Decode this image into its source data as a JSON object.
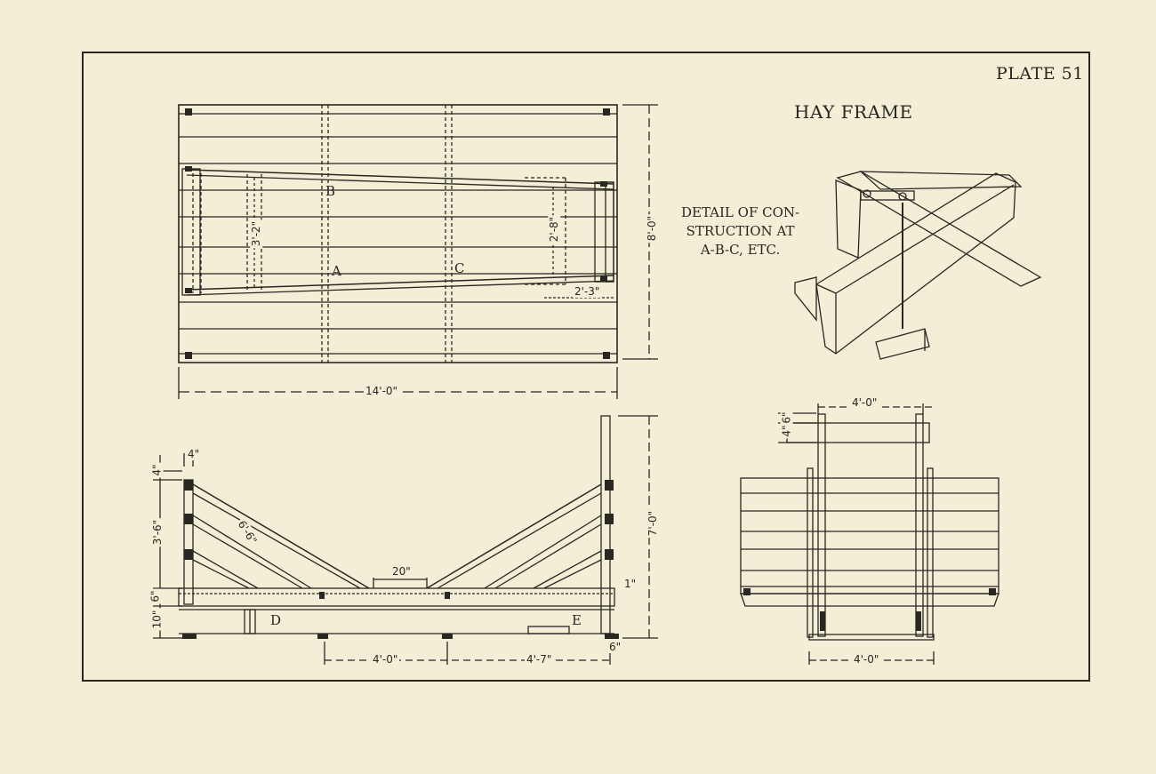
{
  "plate_label": "PLATE 51",
  "title": "HAY FRAME",
  "detail_caption": [
    "DETAIL OF CON-",
    "STRUCTION AT",
    "A-B-C, ETC."
  ],
  "plan_view": {
    "point_labels": [
      "A",
      "B",
      "C"
    ],
    "dims": {
      "length": "14'-0\"",
      "width": "8'-0\"",
      "inner_left": "3'-2\"",
      "inner_right": "2'-8\"",
      "right_offset": "2'-3\""
    }
  },
  "side_view": {
    "point_labels": [
      "D",
      "E"
    ],
    "dims": {
      "top_post": "4\"",
      "post_top": "4\"",
      "rail_spacing": "3'-6\"",
      "base_height": "6\"",
      "base_lower": "10\"",
      "brace": "6'-6\"",
      "gap": "20\"",
      "height": "7'-0\"",
      "rail_thickness": "1\"",
      "end_block": "6\"",
      "span_left": "4'-0\"",
      "span_right": "4'-7\""
    }
  },
  "end_view": {
    "dims": {
      "top_width": "4'-0\"",
      "bottom_width": "4'-0\"",
      "top_a": "6\"",
      "top_b": "4\""
    }
  },
  "colors": {
    "paper": "#f3eed6",
    "ink": "#2a2622"
  }
}
